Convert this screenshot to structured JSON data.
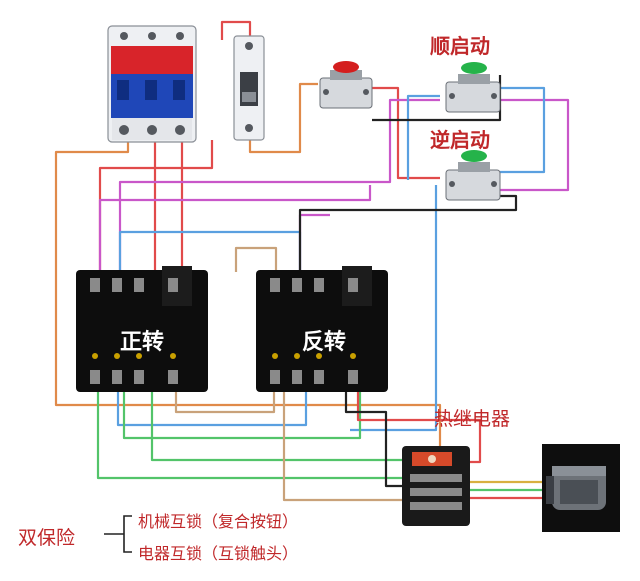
{
  "labels": {
    "forward_start": "顺启动",
    "reverse_start": "逆启动",
    "forward": "正转",
    "reverse": "反转",
    "thermal_relay": "热继电器",
    "double_protection": "双保险",
    "mechanical_interlock": "机械互锁（复合按钮）",
    "electrical_interlock": "电器互锁（互锁触头）"
  },
  "colors": {
    "label_red": "#c0282a",
    "contactor_body": "#0d0d0d",
    "breaker_red": "#d8242a",
    "breaker_blue": "#1f47b8",
    "button_red": "#d41e1e",
    "button_green": "#25b34a",
    "wire_orange": "#e08a4a",
    "wire_red": "#e14b4b",
    "wire_magenta": "#c957c9",
    "wire_blue": "#5aa0e0",
    "wire_green": "#53c46a",
    "wire_black": "#222222",
    "wire_tan": "#c9a27a"
  },
  "icons": [
    "circuit-breaker-icon",
    "push-button-icon",
    "contactor-icon",
    "thermal-relay-icon",
    "motor-icon"
  ]
}
